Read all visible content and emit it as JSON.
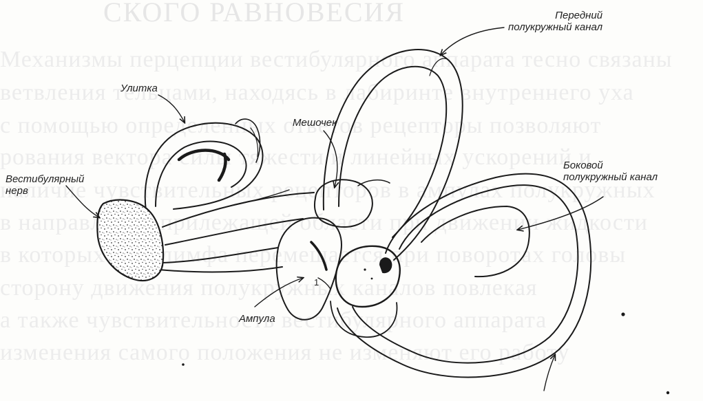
{
  "background_text": {
    "title": "СКОГО РАВНОВЕСИЯ",
    "lines": [
      "Механизмы перцепции вестибулярного аппарата тесно связаны",
      "ветвления тельцами, находясь в лабиринте внутреннего уха",
      "с помощью определенных ответов рецепторы позволяют",
      "рования вектора силы тяжести и линейных ускорений и",
      "наличие чувствительных рецепторов в ампулах полукружных",
      "в направлении прилежащей области при движении жидкости",
      "в которых эндолимфа перемещается при поворотах головы",
      "сторону движения полукружных каналов повлекая",
      "а также чувствительность вестибулярного аппарата",
      "изменения самого положения не изменяют его работу"
    ]
  },
  "labels": {
    "anterior_canal_line1": "Передний",
    "anterior_canal_line2": "полукружный канал",
    "cochlea": "Улитка",
    "saccule": "Мешочек",
    "lateral_canal_line1": "Боковой",
    "lateral_canal_line2": "полукружный канал",
    "vestibular_nerve_line1": "Вестибулярный",
    "vestibular_nerve_line2": "нерв",
    "ampulla": "Ампула",
    "ampulla_mark": "1"
  },
  "colors": {
    "ink": "#1a1a1a",
    "ghost_text": "#ececec",
    "paper": "#fdfdfb"
  }
}
